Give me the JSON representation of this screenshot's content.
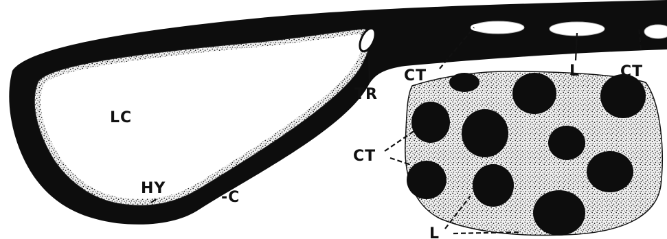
{
  "figure": {
    "colors": {
      "ink": "#0d0d0d",
      "paper": "#ffffff",
      "stipple_fill": "#d9d9d9"
    },
    "labels": {
      "lc": "LC",
      "tr": "TR",
      "ct_top_left": "CT",
      "l_top": "L",
      "ct_top_right": "CT",
      "ct_mass": "CT",
      "hy": "HY",
      "c": "-C",
      "l_bottom": "L"
    }
  }
}
